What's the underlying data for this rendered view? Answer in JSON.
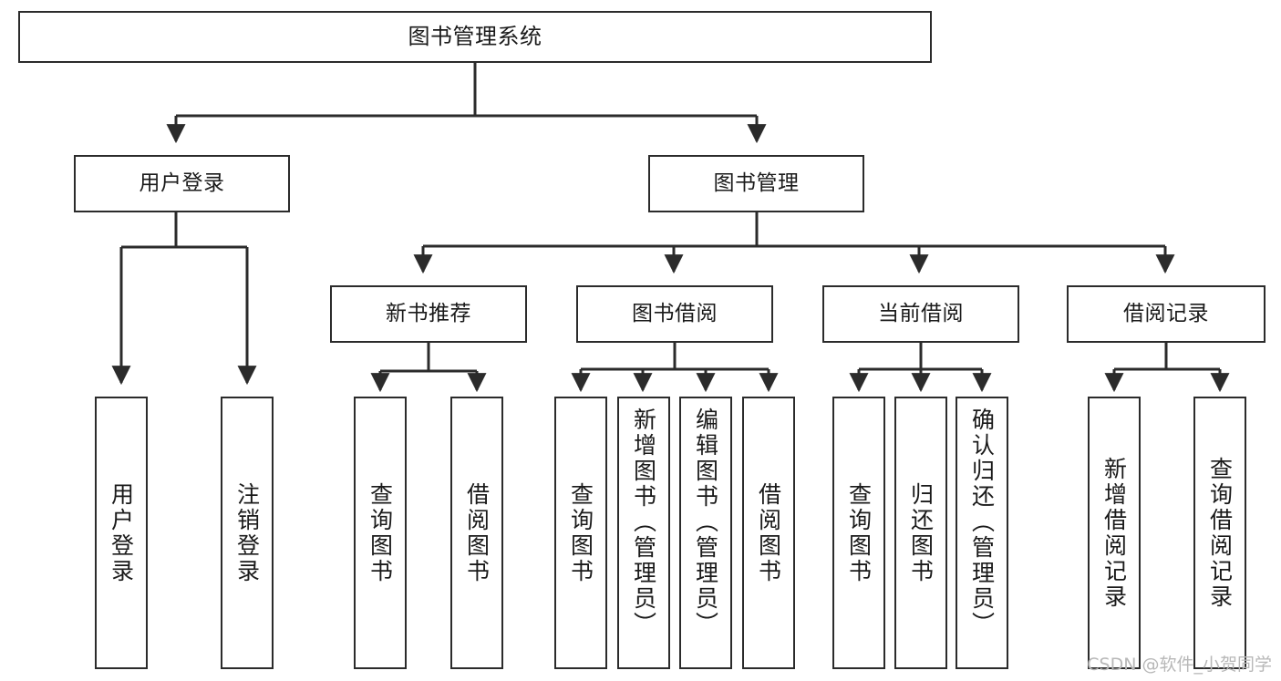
{
  "diagram": {
    "title": "图书管理系统",
    "type": "tree-hierarchy",
    "root": {
      "id": "root",
      "label": "图书管理系统"
    },
    "level2": [
      {
        "id": "user-login",
        "label": "用户登录"
      },
      {
        "id": "book-manage",
        "label": "图书管理"
      }
    ],
    "level3": [
      {
        "id": "new-book-rec",
        "label": "新书推荐",
        "parent": "book-manage"
      },
      {
        "id": "book-borrow",
        "label": "图书借阅",
        "parent": "book-manage"
      },
      {
        "id": "current-borrow",
        "label": "当前借阅",
        "parent": "book-manage"
      },
      {
        "id": "borrow-record",
        "label": "借阅记录",
        "parent": "book-manage"
      }
    ],
    "leaves": {
      "user_login": [
        {
          "id": "leaf-user-login",
          "label": "用户登录"
        },
        {
          "id": "leaf-logout",
          "label": "注销登录"
        }
      ],
      "new_book_rec": [
        {
          "id": "leaf-query-book-1",
          "label": "查询图书"
        },
        {
          "id": "leaf-borrow-book-1",
          "label": "借阅图书"
        }
      ],
      "book_borrow": [
        {
          "id": "leaf-query-book-2",
          "label": "查询图书"
        },
        {
          "id": "leaf-add-book",
          "label": "新增图书（管理员）"
        },
        {
          "id": "leaf-edit-book",
          "label": "编辑图书（管理员）"
        },
        {
          "id": "leaf-borrow-book-2",
          "label": "借阅图书"
        }
      ],
      "current_borrow": [
        {
          "id": "leaf-query-book-3",
          "label": "查询图书"
        },
        {
          "id": "leaf-return-book",
          "label": "归还图书"
        },
        {
          "id": "leaf-confirm-return",
          "label": "确认归还（管理员）"
        }
      ],
      "borrow_record": [
        {
          "id": "leaf-add-record",
          "label": "新增借阅记录"
        },
        {
          "id": "leaf-query-record",
          "label": "查询借阅记录"
        }
      ]
    }
  },
  "watermark": {
    "text": "CSDN @软件_小贺同学"
  },
  "colors": {
    "border": "#2b2b2b",
    "text": "#1a1a1a",
    "background": "#ffffff",
    "edge": "#2b2b2b",
    "watermark": "#b8b8b8"
  }
}
